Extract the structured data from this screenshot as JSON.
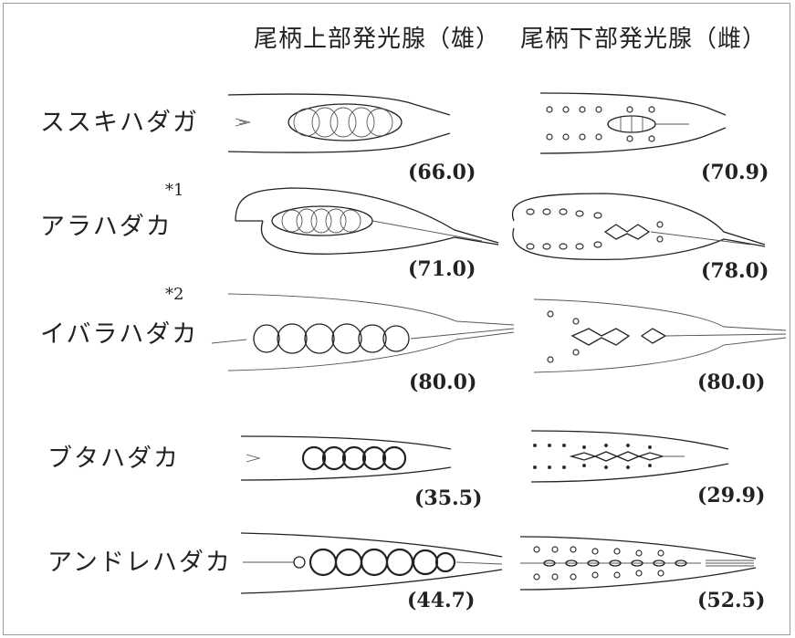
{
  "columns": {
    "dorsal": "尾柄上部発光腺（雄）",
    "ventral": "尾柄下部発光腺（雌）"
  },
  "rows": [
    {
      "name": "ススキハダガ",
      "note": "",
      "dorsal_size": "(66.0)",
      "ventral_size": "(70.9)"
    },
    {
      "name": "アラハダカ",
      "note": "*1",
      "dorsal_size": "(71.0)",
      "ventral_size": "(78.0)"
    },
    {
      "name": "イバラハダカ",
      "note": "*2",
      "dorsal_size": "(80.0)",
      "ventral_size": "(80.0)"
    },
    {
      "name": "ブタハダカ",
      "note": "",
      "dorsal_size": "(35.5)",
      "ventral_size": "(29.9)"
    },
    {
      "name": "アンドレハダカ",
      "note": "",
      "dorsal_size": "(44.7)",
      "ventral_size": "(52.5)"
    }
  ]
}
